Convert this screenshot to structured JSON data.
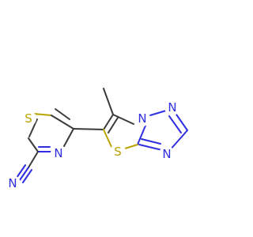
{
  "molecule": {
    "atoms": {
      "s_left": "S",
      "n_thiazole": "N",
      "n_nitrile": "N",
      "n_bridge": "N",
      "n_triazole_top": "N",
      "n_triazole_bottom": "N",
      "s_right": "S"
    }
  },
  "colors": {
    "bond": "#3a3a3a",
    "nitrogen": "#2f2fe0",
    "sulfur": "#b8a300",
    "background": "#ffffff"
  }
}
